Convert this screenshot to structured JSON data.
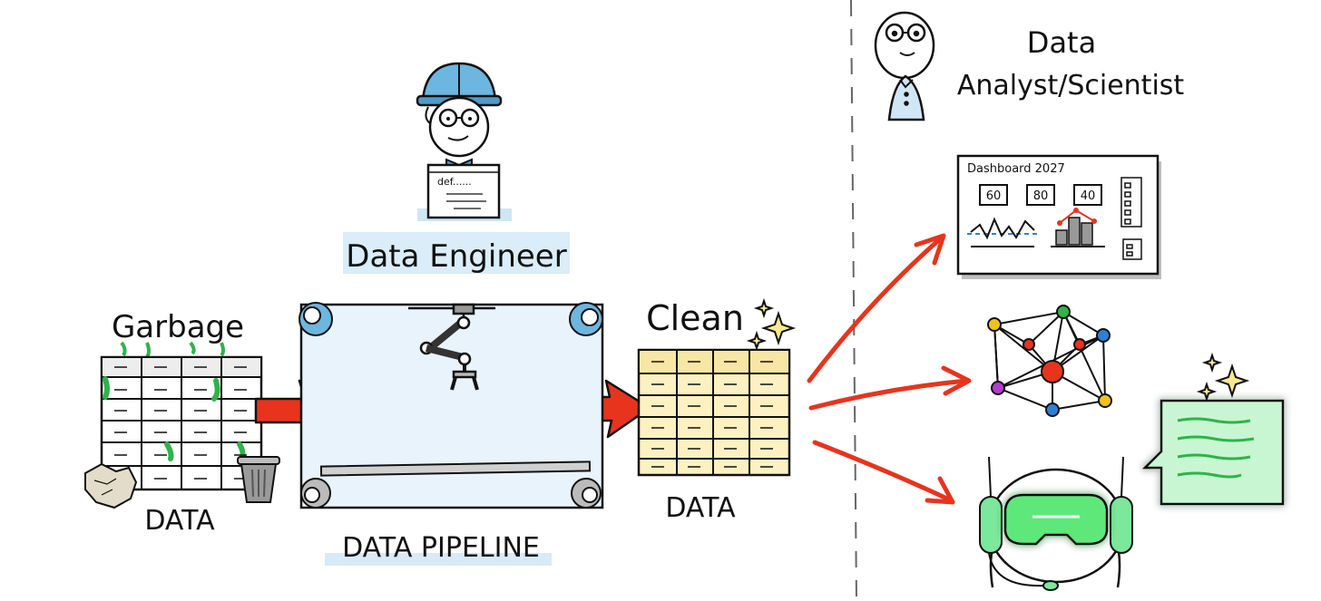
{
  "labels": {
    "garbage": "Garbage",
    "data_left": "DATA",
    "pipeline": "DATA PIPELINE",
    "engineer": "Data Engineer",
    "code_snippet": "def......",
    "clean": "Clean",
    "data_right": "DATA",
    "analyst_line1": "Data",
    "analyst_line2": "Analyst/Scientist"
  },
  "dashboard": {
    "title": "Dashboard 2027",
    "kpis": [
      "60",
      "80",
      "40"
    ]
  },
  "colors": {
    "arrow_red": "#e8341c",
    "engineer_blue": "#5aa9d6",
    "slime_green": "#2fb34a",
    "clean_yellow": "#fdf1c2",
    "pipeline_bg": "#e8f3fb",
    "bot_green": "#5ee87a",
    "node_red": "#e8341c",
    "node_blue": "#2f7fd6",
    "node_yellow": "#f2c21b",
    "node_green": "#2fb34a",
    "node_purple": "#b43ccf"
  },
  "icons": [
    "engineer-icon",
    "robot-arm-icon",
    "gear-icon",
    "trash-can-icon",
    "crumpled-paper-icon",
    "sparkle-icon",
    "analyst-icon",
    "network-graph-icon",
    "ai-bot-icon",
    "chat-bubble-icon"
  ]
}
